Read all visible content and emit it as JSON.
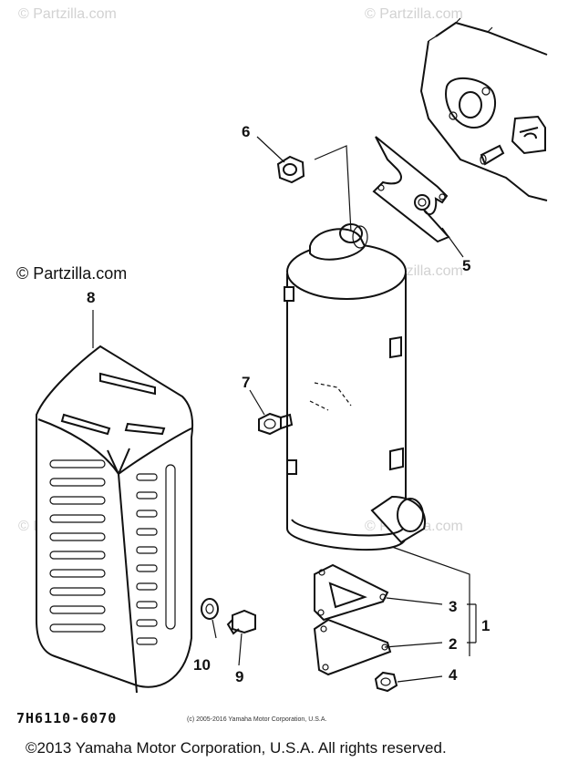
{
  "watermarks": {
    "top_left": "© Partzilla.com",
    "top_right": "© Partzilla.com",
    "mid_left": "© Partzilla.com",
    "mid_right": "© Partzilla.com",
    "low_left": "© Partzilla.com",
    "low_right": "© Partzilla.com"
  },
  "callouts": {
    "part_1": "1",
    "part_2": "2",
    "part_3": "3",
    "part_4": "4",
    "part_5": "5",
    "part_6": "6",
    "part_7": "7",
    "part_8": "8",
    "part_9": "9",
    "part_10": "10"
  },
  "diagram_code": "7H6110-6070",
  "small_copyright": "(c) 2005-2016 Yamaha Motor Corporation, U.S.A.",
  "footer": "©2013 Yamaha Motor Corporation, U.S.A. All rights reserved."
}
